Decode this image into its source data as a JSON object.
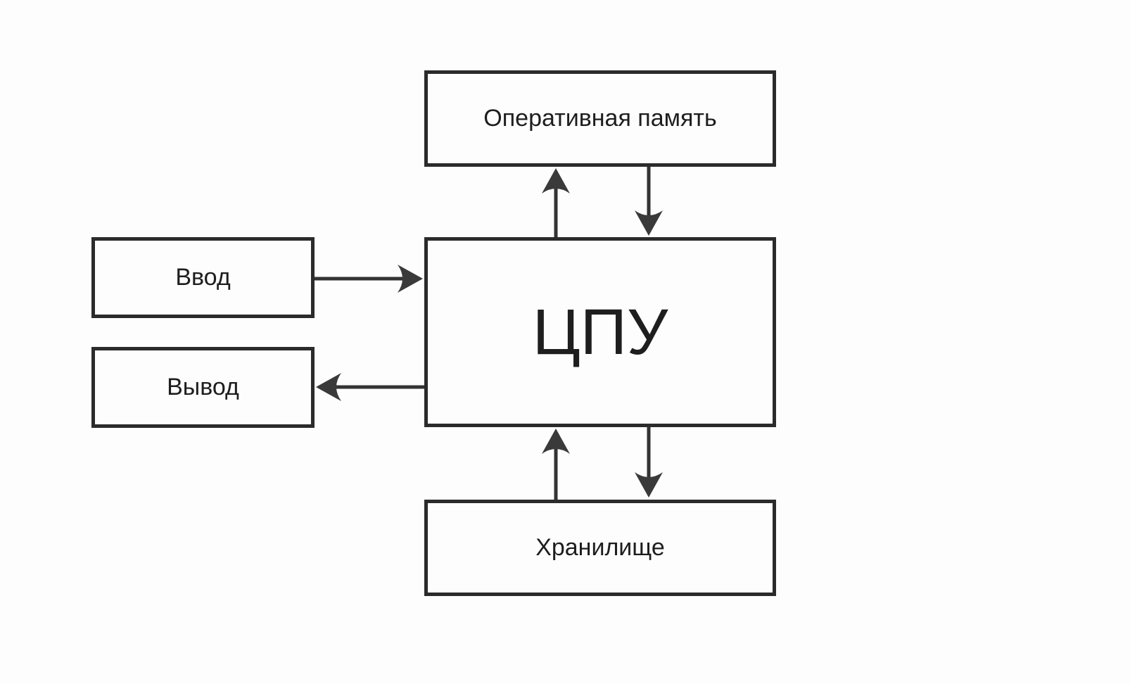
{
  "canvas": {
    "background": "#fdfdfd"
  },
  "diagram": {
    "type": "block-diagram",
    "nodes": {
      "ram": {
        "label": "Оперативная память"
      },
      "cpu": {
        "label": "ЦПУ"
      },
      "input": {
        "label": "Ввод"
      },
      "output": {
        "label": "Вывод"
      },
      "storage": {
        "label": "Хранилище"
      }
    },
    "edges": [
      {
        "from": "cpu",
        "to": "ram",
        "direction": "up"
      },
      {
        "from": "ram",
        "to": "cpu",
        "direction": "down"
      },
      {
        "from": "input",
        "to": "cpu",
        "direction": "right"
      },
      {
        "from": "cpu",
        "to": "output",
        "direction": "left"
      },
      {
        "from": "storage",
        "to": "cpu",
        "direction": "up"
      },
      {
        "from": "cpu",
        "to": "storage",
        "direction": "down"
      }
    ],
    "colors": {
      "node_border": "#2b2b2b",
      "edge_stroke": "#333333",
      "arrowhead": "#3a3a3a",
      "text": "#1e1e1e",
      "node_fill": "#fdfdfd"
    }
  }
}
